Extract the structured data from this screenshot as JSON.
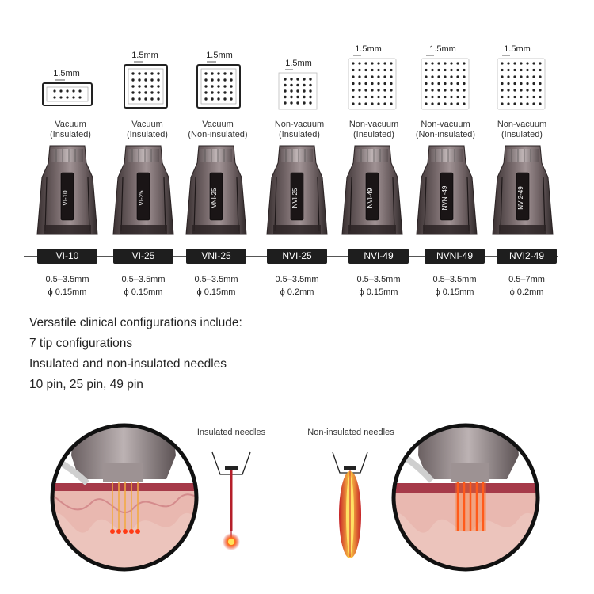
{
  "colors": {
    "pill_bg": "#1e1e1e",
    "accent_red": "#c0202a",
    "skin": "#e7b4ad",
    "dermis": "#a93f4f"
  },
  "tips": [
    {
      "spacing": "1.5mm",
      "type_line1": "Vacuum",
      "type_line2": "(Insulated)",
      "code": "VI-10",
      "cartridge_label": "VI-10",
      "depth": "0.5–3.5mm",
      "diameter": "ϕ 0.15mm"
    },
    {
      "spacing": "1.5mm",
      "type_line1": "Vacuum",
      "type_line2": "(Insulated)",
      "code": "VI-25",
      "cartridge_label": "VI-25",
      "depth": "0.5–3.5mm",
      "diameter": "ϕ 0.15mm"
    },
    {
      "spacing": "1.5mm",
      "type_line1": "Vacuum",
      "type_line2": "(Non-insulated)",
      "code": "VNI-25",
      "cartridge_label": "VNI-25",
      "depth": "0.5–3.5mm",
      "diameter": "ϕ 0.15mm"
    },
    {
      "spacing": "1.5mm",
      "type_line1": "Non-vacuum",
      "type_line2": "(Insulated)",
      "code": "NVI-25",
      "cartridge_label": "NVI-25",
      "depth": "0.5–3.5mm",
      "diameter": "ϕ 0.2mm"
    },
    {
      "spacing": "1.5mm",
      "type_line1": "Non-vacuum",
      "type_line2": "(Insulated)",
      "code": "NVI-49",
      "cartridge_label": "NVI-49",
      "depth": "0.5–3.5mm",
      "diameter": "ϕ 0.15mm"
    },
    {
      "spacing": "1.5mm",
      "type_line1": "Non-vacuum",
      "type_line2": "(Non-insulated)",
      "code": "NVNI-49",
      "cartridge_label": "NVNI-49",
      "depth": "0.5–3.5mm",
      "diameter": "ϕ 0.15mm"
    },
    {
      "spacing": "1.5mm",
      "type_line1": "Non-vacuum",
      "type_line2": "(Insulated)",
      "code": "NVI2-49",
      "cartridge_label": "NVI2-49",
      "depth": "0.5–7mm",
      "diameter": "ϕ 0.2mm"
    }
  ],
  "description": [
    "Versatile clinical configurations include:",
    "7 tip configurations",
    "Insulated and non-insulated needles",
    "10 pin, 25 pin, 49 pin"
  ],
  "illustration": {
    "insulated_label": "Insulated needles",
    "non_insulated_label": "Non-insulated needles"
  }
}
